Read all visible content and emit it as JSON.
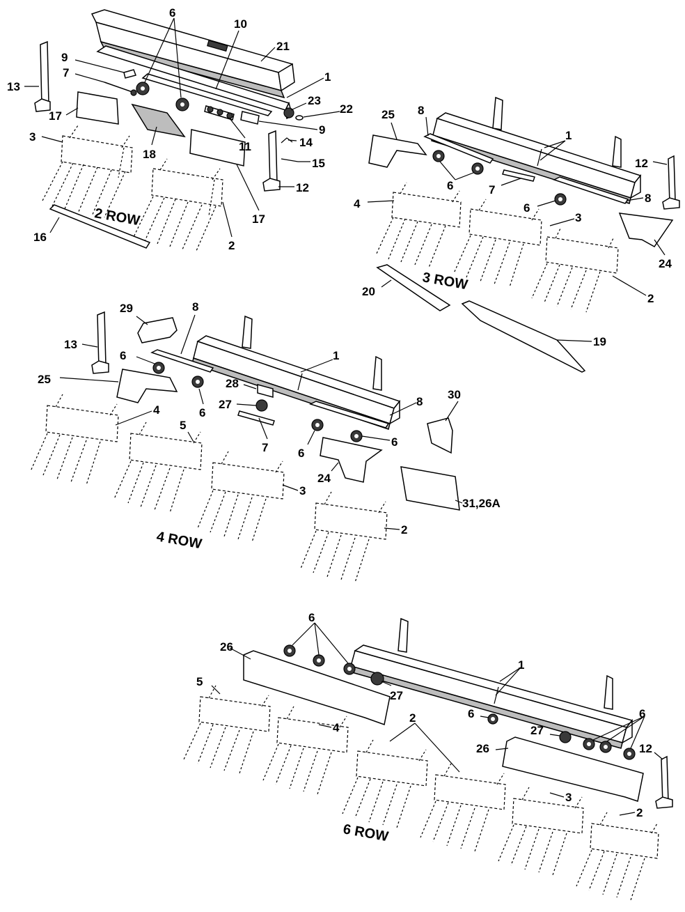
{
  "sections": {
    "row2": {
      "label": "2 ROW",
      "callouts": [
        "6",
        "10",
        "21",
        "9",
        "7",
        "1",
        "13",
        "23",
        "22",
        "17",
        "9",
        "3",
        "18",
        "11",
        "14",
        "15",
        "12",
        "17",
        "16",
        "2"
      ]
    },
    "row3": {
      "label": "3 ROW",
      "callouts": [
        "25",
        "8",
        "1",
        "12",
        "7",
        "6",
        "6",
        "8",
        "4",
        "3",
        "24",
        "20",
        "2",
        "19"
      ]
    },
    "row4": {
      "label": "4 ROW",
      "callouts": [
        "29",
        "8",
        "1",
        "13",
        "6",
        "25",
        "6",
        "28",
        "27",
        "8",
        "30",
        "4",
        "7",
        "5",
        "6",
        "6",
        "24",
        "3",
        "31,26A",
        "2"
      ]
    },
    "row6": {
      "label": "6 ROW",
      "callouts": [
        "6",
        "26",
        "1",
        "27",
        "5",
        "6",
        "4",
        "2",
        "27",
        "6",
        "12",
        "26",
        "3",
        "2"
      ]
    }
  }
}
